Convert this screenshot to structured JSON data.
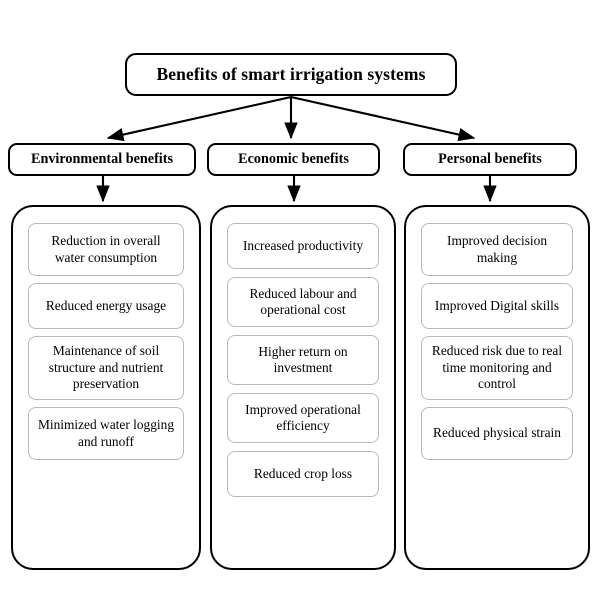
{
  "diagram": {
    "title": "Benefits of smart irrigation systems",
    "categories": [
      {
        "header": "Environmental benefits",
        "items": [
          "Reduction in overall water consumption",
          "Reduced energy usage",
          "Maintenance of soil structure and nutrient preservation",
          "Minimized water logging and runoff"
        ]
      },
      {
        "header": "Economic benefits",
        "items": [
          "Increased productivity",
          "Reduced labour and operational cost",
          "Higher return on investment",
          "Improved operational efficiency",
          "Reduced crop loss"
        ]
      },
      {
        "header": "Personal benefits",
        "items": [
          "Improved decision making",
          "Improved Digital skills",
          "Reduced risk due to real time monitoring and control",
          "Reduced physical strain"
        ]
      }
    ],
    "colors": {
      "background": "#ffffff",
      "stroke": "#000000",
      "item_border": "#b9b9b9",
      "text": "#000000"
    }
  }
}
